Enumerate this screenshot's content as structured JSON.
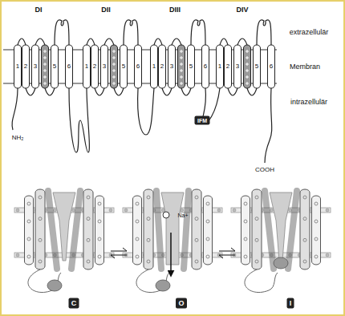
{
  "diagram": {
    "nodes": [
      {
        "text": [
          "IFM"
        ]
      },
      {
        "text": [
          "C"
        ]
      },
      {
        "text": [
          "O"
        ]
      },
      {
        "text": [
          "I"
        ]
      }
    ],
    "labels": [
      "DI",
      "DII",
      "DIII",
      "DIV",
      "extrazellulär",
      "Membran",
      "intrazellulär",
      "NH₂",
      "COOH",
      "Na+",
      "1",
      "2",
      "3",
      "5",
      "6",
      "1",
      "2",
      "3",
      "5",
      "6",
      "1",
      "2",
      "3",
      "5",
      "6",
      "1",
      "2",
      "3",
      "5",
      "6"
    ]
  }
}
